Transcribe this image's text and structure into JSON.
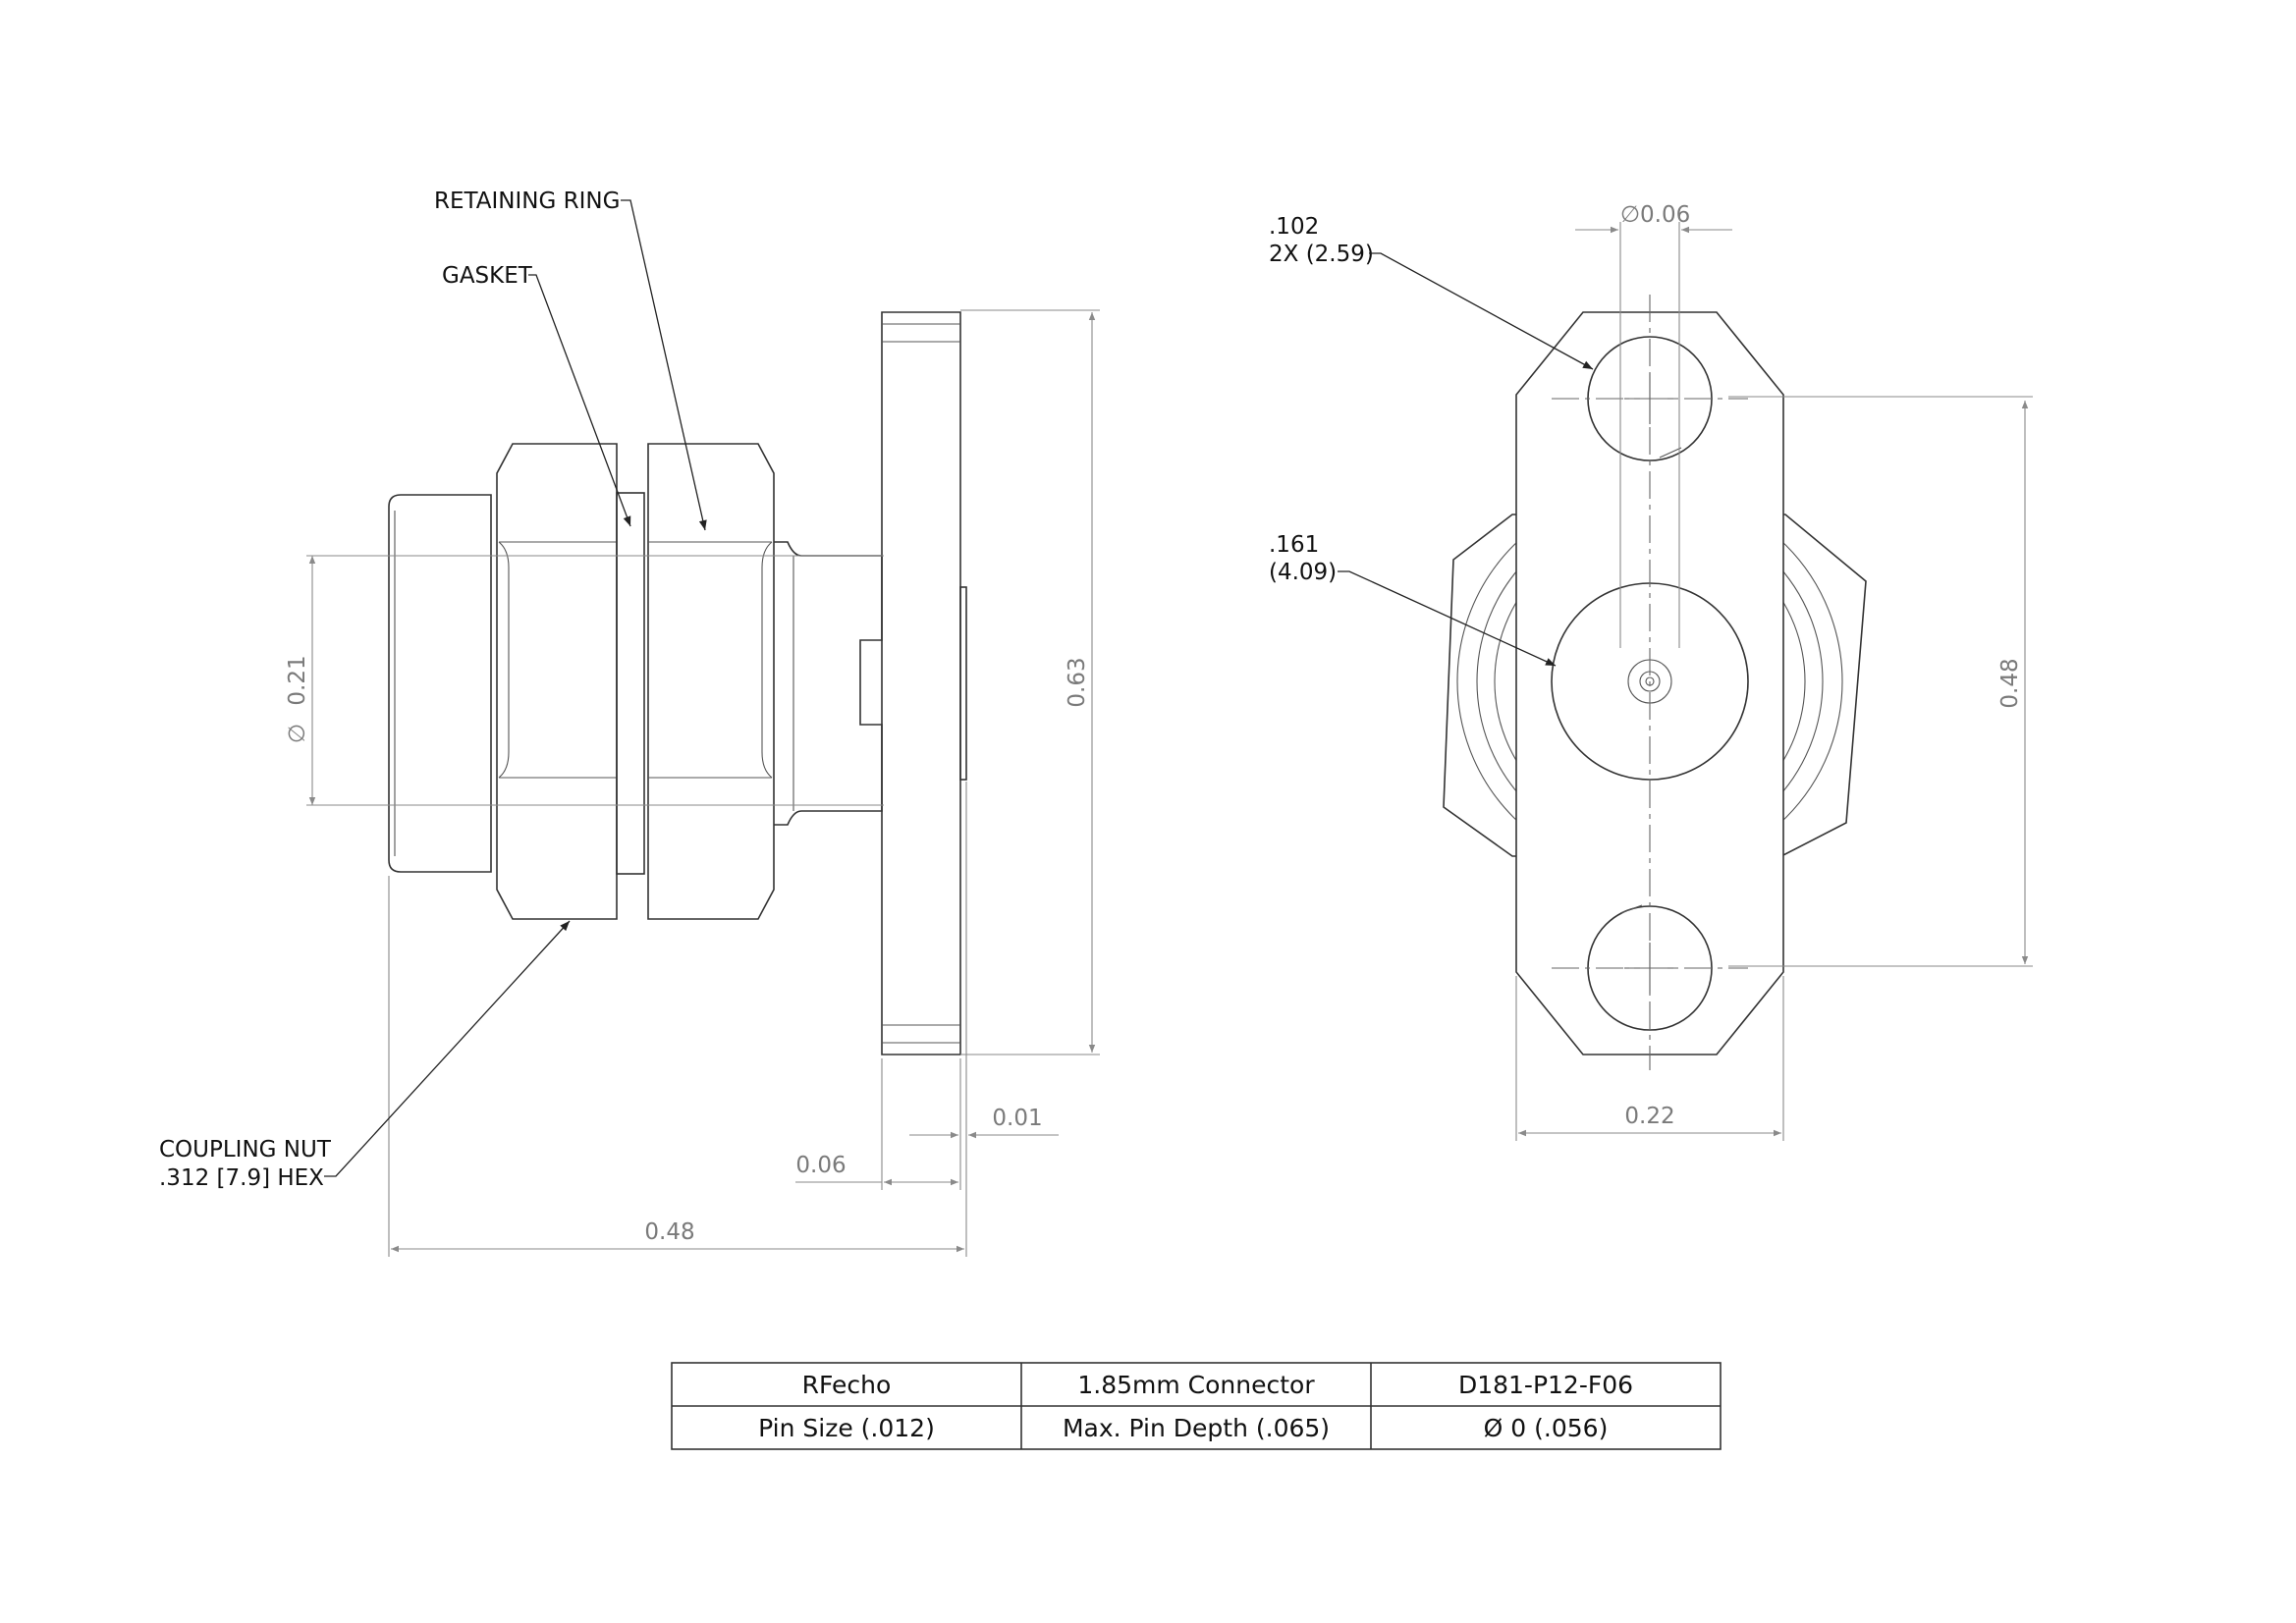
{
  "side_view": {
    "labels": {
      "retaining_ring": "RETAINING RING",
      "gasket": "GASKET",
      "coupling_nut_line1": "COUPLING NUT",
      "coupling_nut_line2": ".312 [7.9] HEX"
    },
    "dimensions": {
      "diameter": "0.21",
      "height": "0.63",
      "flange_step": "0.01",
      "flange_thickness": "0.06",
      "overall_length": "0.48"
    }
  },
  "front_view": {
    "labels": {
      "hole_size_line1": ".102",
      "hole_size_line2": "2X (2.59)",
      "center_size_line1": ".161",
      "center_size_line2": "(4.09)"
    },
    "dimensions": {
      "top_diameter": "0.06",
      "hole_spacing": "0.48",
      "width": "0.22"
    }
  },
  "title_block": {
    "rows": [
      [
        "RFecho",
        "1.85mm Connector",
        "D181-P12-F06"
      ],
      [
        "Pin Size (.012)",
        "Max. Pin Depth (.065)",
        "Ø 0 (.056)"
      ]
    ]
  },
  "colors": {
    "outline": "#333333",
    "dimension": "#7a7a7a",
    "text": "#111111"
  },
  "symbols": {
    "diameter": "∅"
  }
}
